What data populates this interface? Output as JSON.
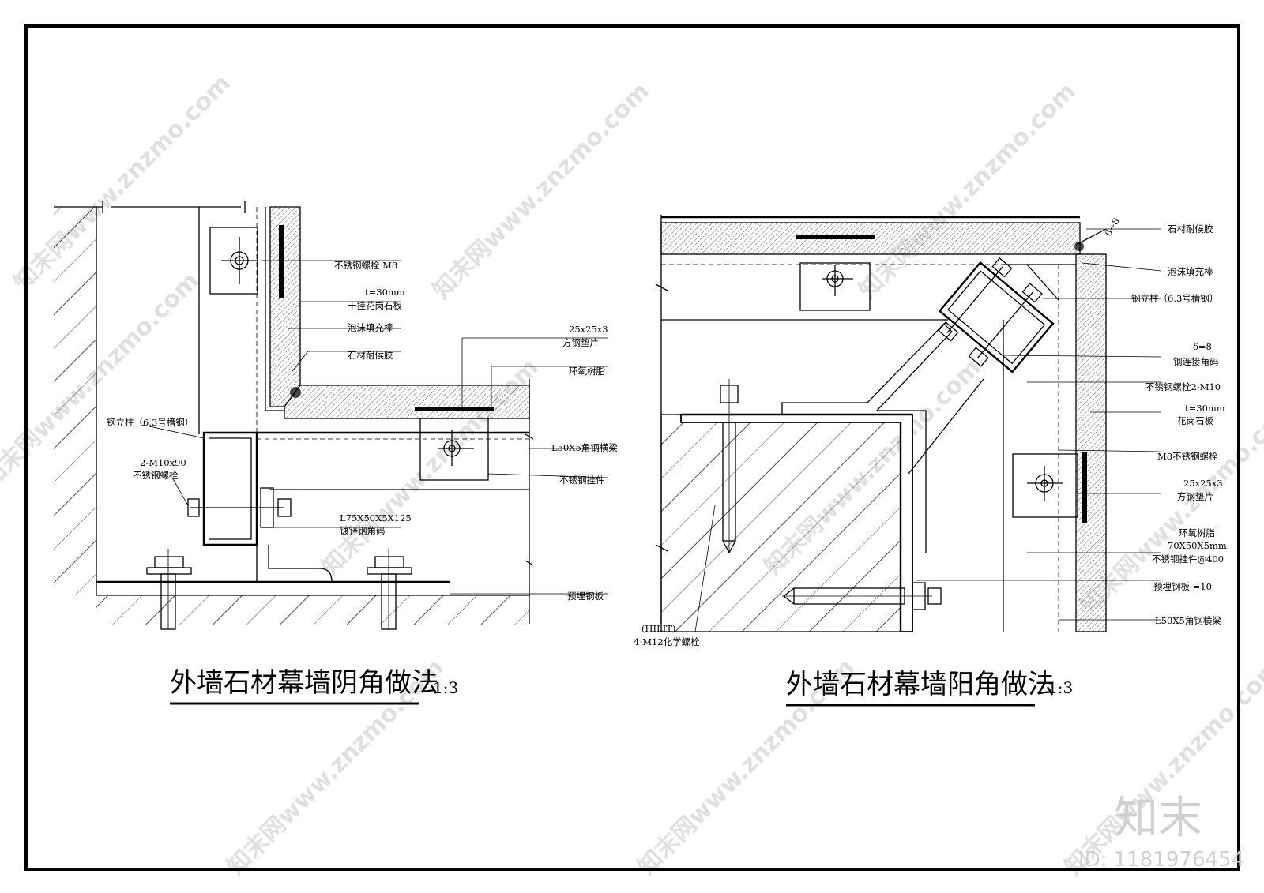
{
  "watermarks": {
    "site": "知末网www.znzmo.com",
    "logo": "知末",
    "id_text": "ID: 1181976454"
  },
  "left_detail": {
    "title": "外墙石材幕墙阴角做法",
    "scale": "1:3",
    "labels": {
      "bolt_m8": "不锈钢螺栓 M8",
      "thickness": "t=30mm",
      "granite": "干挂花岗石板",
      "foam": "泡沫填充棒",
      "sealant": "石材耐候胶",
      "square_pad_size": "25x25x3",
      "square_pad": "方钢垫片",
      "epoxy": "环氧树脂",
      "steel_column": "钢立柱（6.3号槽钢）",
      "beam": "L50X5角钢横梁",
      "bolts_qty": "2-M10x90",
      "bolts_name": "不锈钢螺栓",
      "pendant": "不锈钢挂件",
      "angle_size": "L75X50X5X125",
      "angle_name": "镀锌钢角码",
      "embed_plate": "预埋钢板"
    }
  },
  "right_detail": {
    "title": "外墙石材幕墙阳角做法",
    "scale": "1:3",
    "labels": {
      "sealant": "石材耐候胶",
      "foam": "泡沫填充棒",
      "steel_column": "钢立柱（6.3号槽钢）",
      "delta": "δ=8",
      "corner_code": "钢连接角码",
      "bolts": "不锈钢螺栓2-M10",
      "thickness": "t=30mm",
      "granite": "花岗石板",
      "m8": "M8不锈钢螺栓",
      "square_pad_size": "25x25x3",
      "square_pad": "方钢垫片",
      "epoxy": "环氧树脂",
      "pendant_size": "70X50X5mm",
      "pendant": "不锈钢挂件@400",
      "embed_plate": "预埋钢板 =10",
      "beam": "L50X5角钢横梁",
      "hilti": "(HILIT)",
      "anchor": "4-M12化学螺栓",
      "gap": "6~8"
    }
  }
}
